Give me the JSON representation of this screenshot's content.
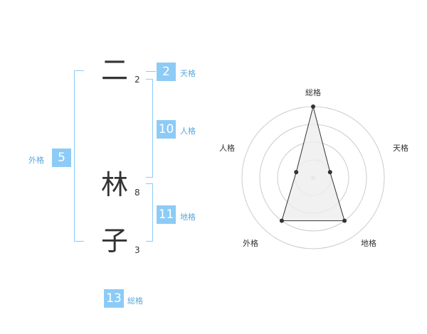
{
  "name_chars": [
    {
      "char": "二",
      "strokes": "2"
    },
    {
      "char": "林",
      "strokes": "8"
    },
    {
      "char": "子",
      "strokes": "3"
    }
  ],
  "kaku": {
    "tenkaku": {
      "value": "2",
      "label": "天格"
    },
    "jinkaku": {
      "value": "10",
      "label": "人格"
    },
    "chikaku": {
      "value": "11",
      "label": "地格"
    },
    "gaikaku": {
      "value": "5",
      "label": "外格"
    },
    "soukaku": {
      "value": "13",
      "label": "総格"
    }
  },
  "radar": {
    "axes": [
      "総格",
      "天格",
      "地格",
      "外格",
      "人格"
    ],
    "values": [
      4,
      1,
      3,
      3,
      1
    ],
    "max": 4,
    "rings": 4,
    "colors": {
      "grid": "#cccccc",
      "fill": "#eeeeee",
      "line": "#333333",
      "center": "#cccccc"
    }
  },
  "colors": {
    "accent": "#8ccbf6",
    "label": "#5aa8d8"
  }
}
